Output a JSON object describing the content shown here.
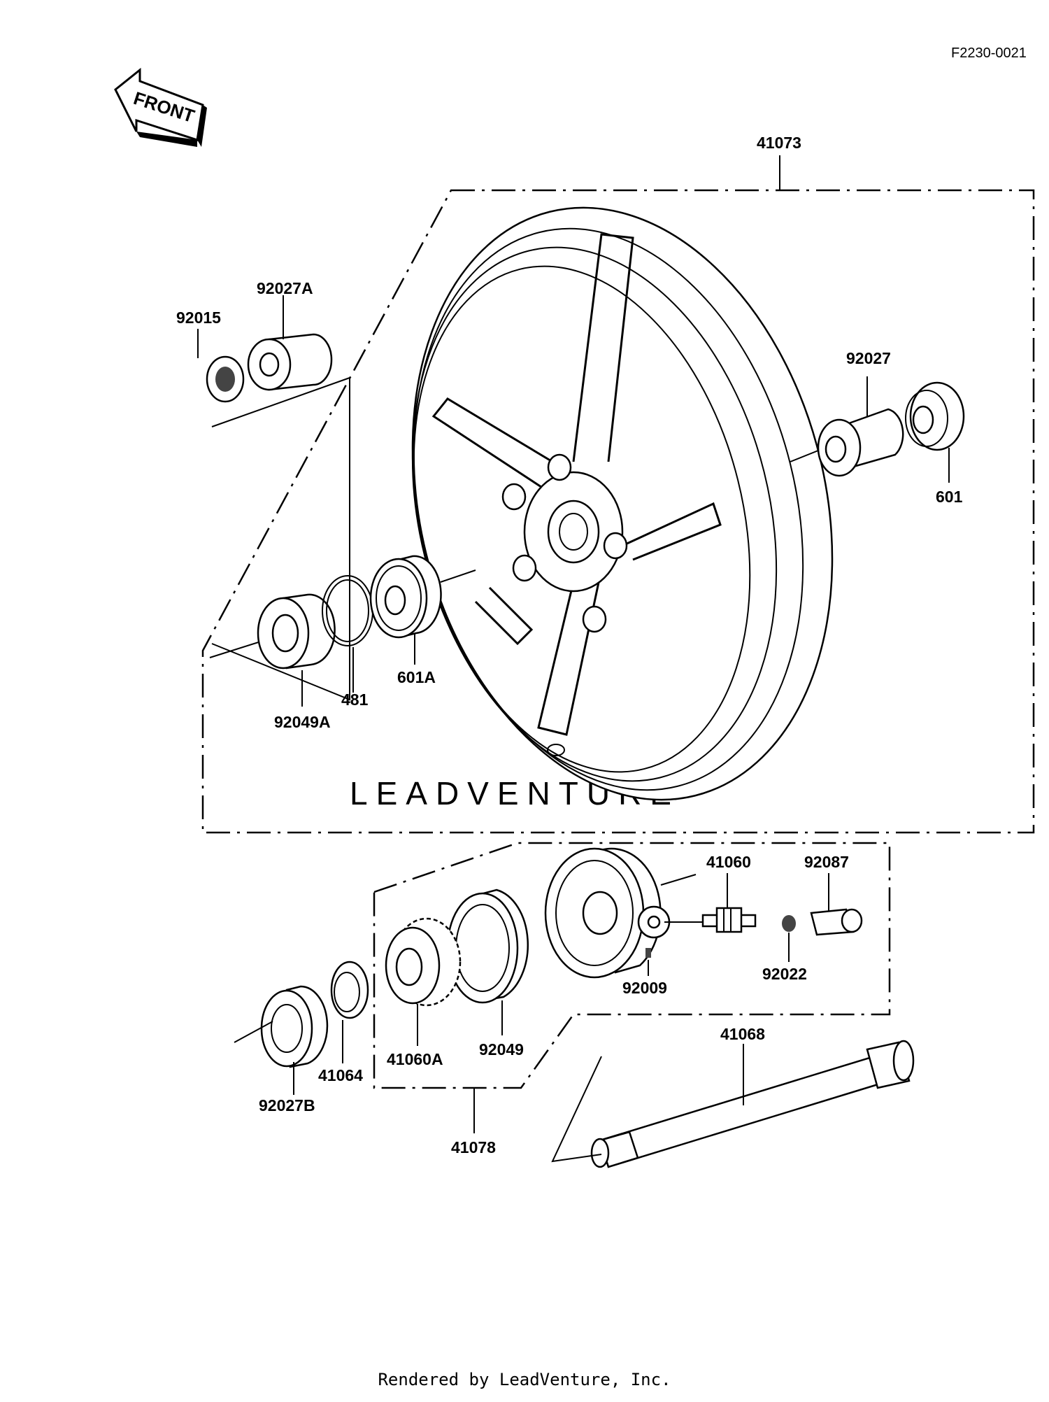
{
  "diagram_code": "F2230-0021",
  "front_label": "FRONT",
  "watermark_text": "LEADVENTURE",
  "footer": "Rendered by LeadVenture, Inc.",
  "parts": [
    {
      "id": "p41073",
      "label": "41073"
    },
    {
      "id": "p92027A",
      "label": "92027A"
    },
    {
      "id": "p92015",
      "label": "92015"
    },
    {
      "id": "p92027",
      "label": "92027"
    },
    {
      "id": "p601",
      "label": "601"
    },
    {
      "id": "p92049A",
      "label": "92049A"
    },
    {
      "id": "p481",
      "label": "481"
    },
    {
      "id": "p601A",
      "label": "601A"
    },
    {
      "id": "p41060",
      "label": "41060"
    },
    {
      "id": "p92087",
      "label": "92087"
    },
    {
      "id": "p92009",
      "label": "92009"
    },
    {
      "id": "p92022",
      "label": "92022"
    },
    {
      "id": "p41068",
      "label": "41068"
    },
    {
      "id": "p92027B",
      "label": "92027B"
    },
    {
      "id": "p41064",
      "label": "41064"
    },
    {
      "id": "p41060A",
      "label": "41060A"
    },
    {
      "id": "p92049",
      "label": "92049"
    },
    {
      "id": "p41078",
      "label": "41078"
    }
  ]
}
